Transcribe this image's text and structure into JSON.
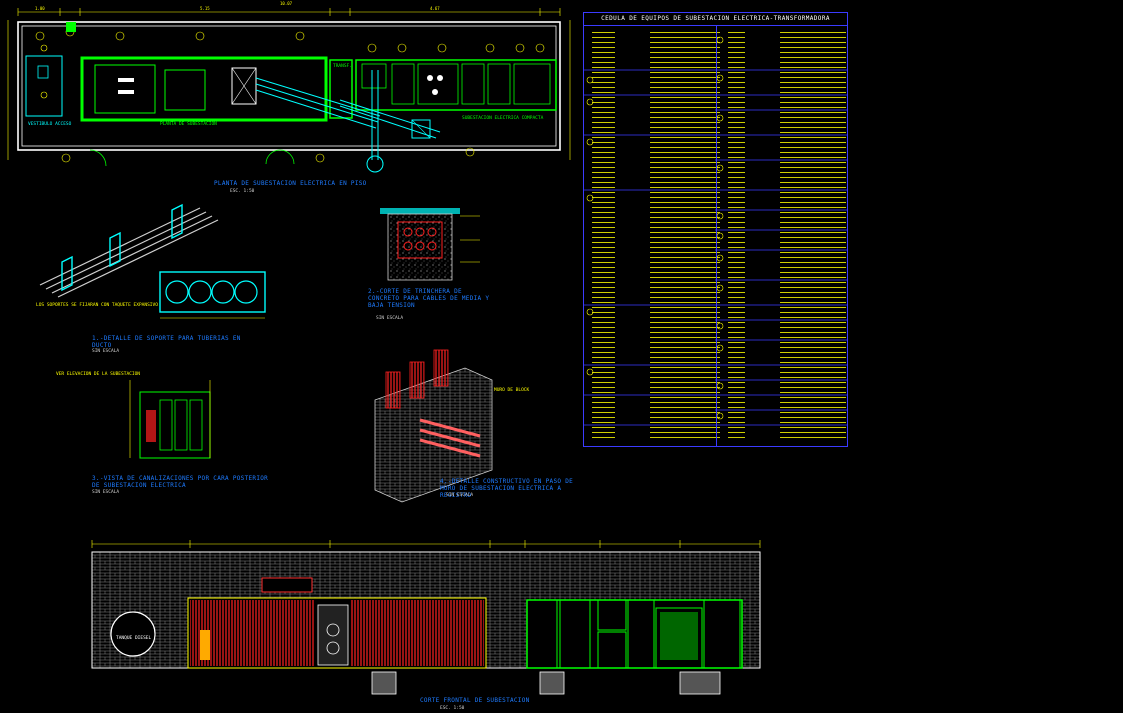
{
  "labels": {
    "plan_title": "PLANTA DE SUBESTACION ELECTRICA EN PISO",
    "plan_scale": "ESC. 1:50",
    "plan_room_left": "PLANTA DE SUBESTACION",
    "plan_room_right": "SUBESTACION ELECTRICA COMPACTA",
    "plan_vestibule": "VESTIBULO ACCESO",
    "plan_trans": "TRANSF.",
    "detail1_title": "1.-DETALLE DE SOPORTE PARA TUBERIAS EN DUCTO",
    "detail1_scale": "SIN ESCALA",
    "detail1_note": "LOS SOPORTES SE FIJARAN CON TAQUETE EXPANSIVO",
    "detail2_title": "2.-CORTE DE TRINCHERA DE CONCRETO PARA CABLES DE MEDIA Y BAJA TENSION",
    "detail2_scale": "SIN ESCALA",
    "detail3_title": "3.-VISTA DE CANALIZACIONES POR CARA POSTERIOR DE SUBESTACION ELECTRICA",
    "detail3_scale": "SIN ESCALA",
    "detail3_note": "VER ELEVACION DE LA SUBESTACION",
    "detail4_title": "4.-DETALLE CONSTRUCTIVO EN PASO DE MURO DE SUBESTACION ELECTRICA A REGISTRO",
    "detail4_scale": "SIN ESCALA",
    "detail4_note": "MURO DE BLOCK",
    "elev_title": "CORTE FRONTAL DE SUBESTACION",
    "elev_scale": "ESC. 1:50",
    "elev_tank": "TANQUE DIESEL"
  },
  "schedule": {
    "title": "CEDULA DE EQUIPOS DE SUBESTACION ELECTRICA-TRANSFORMADORA",
    "rows": 16
  },
  "colors": {
    "background": "#000000",
    "wall": "#ffffff",
    "equipment": "#00ff00",
    "ducts": "#00ffff",
    "dimensions": "#ffff00",
    "title_text": "#1e7bff",
    "conduit": "#ff0000",
    "schedule_border": "#3b3bff"
  }
}
